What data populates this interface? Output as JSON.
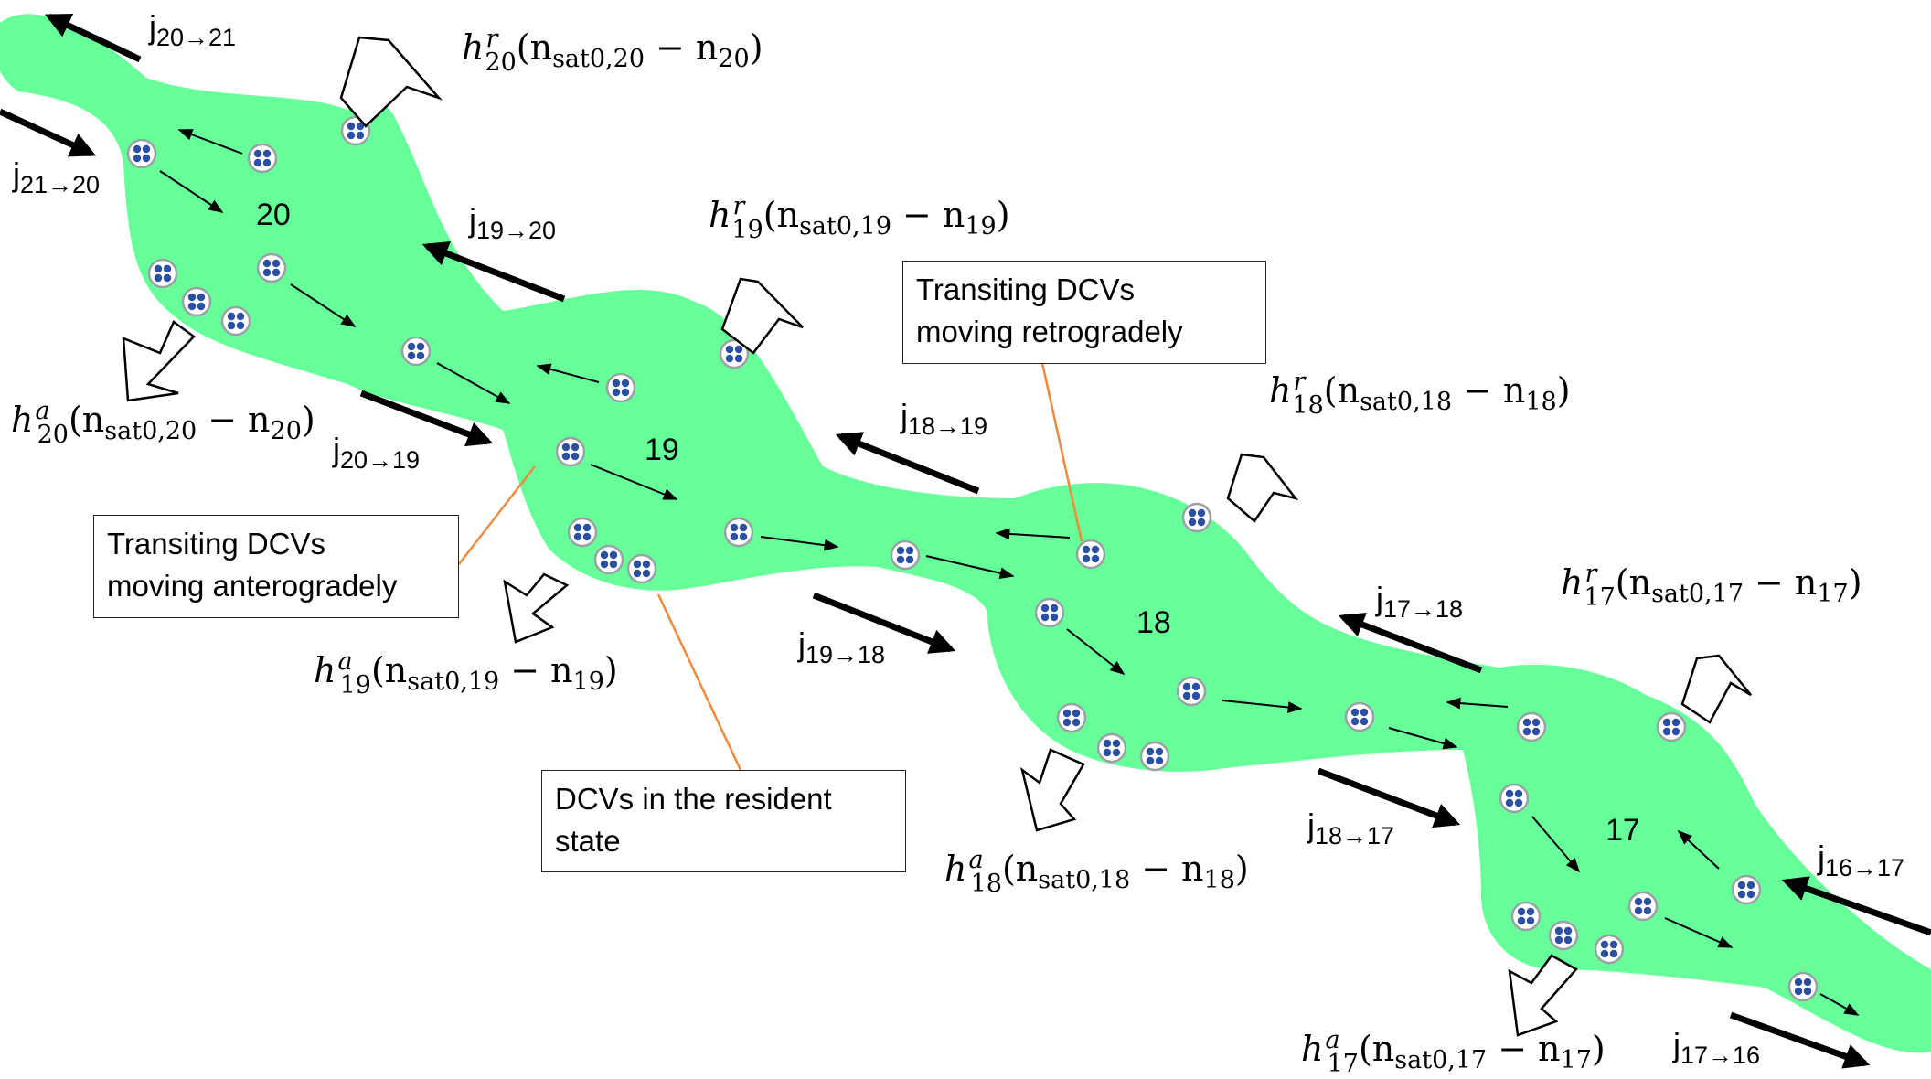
{
  "colors": {
    "axon_fill": "#66ff99",
    "vesicle_dot": "#2b4fa3",
    "leader": "#f08a3c",
    "arrow": "#000000"
  },
  "compartments": [
    {
      "id": "20",
      "label": "20",
      "h_r": {
        "sup": "r",
        "sub": "20",
        "arg_sub": "sat0,20",
        "n_sub": "20"
      },
      "h_a": {
        "sup": "a",
        "sub": "20",
        "arg_sub": "sat0,20",
        "n_sub": "20"
      }
    },
    {
      "id": "19",
      "label": "19",
      "h_r": {
        "sup": "r",
        "sub": "19",
        "arg_sub": "sat0,19",
        "n_sub": "19"
      },
      "h_a": {
        "sup": "a",
        "sub": "19",
        "arg_sub": "sat0,19",
        "n_sub": "19"
      }
    },
    {
      "id": "18",
      "label": "18",
      "h_r": {
        "sup": "r",
        "sub": "18",
        "arg_sub": "sat0,18",
        "n_sub": "18"
      },
      "h_a": {
        "sup": "a",
        "sub": "18",
        "arg_sub": "sat0,18",
        "n_sub": "18"
      }
    },
    {
      "id": "17",
      "label": "17",
      "h_r": {
        "sup": "r",
        "sub": "17",
        "arg_sub": "sat0,17",
        "n_sub": "17"
      },
      "h_a": {
        "sup": "a",
        "sub": "17",
        "arg_sub": "sat0,17",
        "n_sub": "17"
      }
    }
  ],
  "fluxes": [
    {
      "id": "j20_21",
      "sub": "20→21"
    },
    {
      "id": "j21_20",
      "sub": "21→20"
    },
    {
      "id": "j19_20",
      "sub": "19→20"
    },
    {
      "id": "j20_19",
      "sub": "20→19"
    },
    {
      "id": "j18_19",
      "sub": "18→19"
    },
    {
      "id": "j19_18",
      "sub": "19→18"
    },
    {
      "id": "j17_18",
      "sub": "17→18"
    },
    {
      "id": "j18_17",
      "sub": "18→17"
    },
    {
      "id": "j16_17",
      "sub": "16→17"
    },
    {
      "id": "j17_16",
      "sub": "17→16"
    }
  ],
  "notes": {
    "retrograde": [
      "Transiting DCVs",
      "moving retrogradely"
    ],
    "anterograde": [
      "Transiting DCVs",
      "moving anterogradely"
    ],
    "resident": [
      "DCVs in the resident",
      "state"
    ]
  },
  "math_symbols": {
    "h": "h",
    "n": "n",
    "j": "j",
    "minus": "−"
  }
}
